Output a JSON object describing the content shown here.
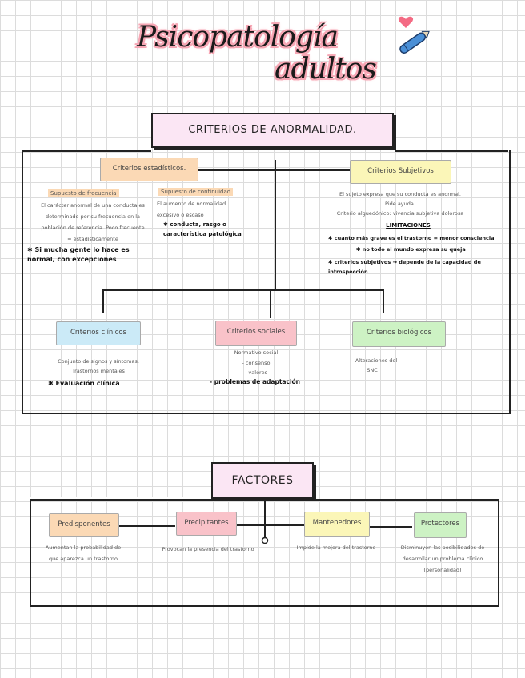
{
  "title": {
    "line1": "Psicopatología",
    "line2": "adultos"
  },
  "criterios": {
    "heading": "CRITERIOS DE ANORMALIDAD.",
    "estadisticos": {
      "label": "Criterios estadísticos.",
      "frecuencia": {
        "heading": "Supuesto de frecuencia",
        "text": "El carácter anormal de una conducta es determinado por su frecuencia en la población de referencia. Poco frecuente = estadísticamente",
        "note": "Si mucha gente lo hace es normal, con excepciones"
      },
      "continuidad": {
        "heading": "Supuesto de continuidad",
        "text": "El aumento de normalidad excesivo o escaso",
        "note": "conducta, rasgo o característica patológica"
      }
    },
    "subjetivos": {
      "label": "Criterios Subjetivos",
      "text1": "El sujeto expresa que su conducta es anormal.",
      "text2": "Pide ayuda.",
      "text3": "Criterio alguedónico: vivencia subjetiva dolorosa",
      "limitaciones": "LIMITACIONES",
      "note1": "cuanto más grave es el trastorno = menor consciencia",
      "note2": "no todo el mundo expresa su queja",
      "note3": "criterios subjetivos → depende de la capacidad de introspección"
    },
    "clinicos": {
      "label": "Criterios clínicos",
      "text1": "Conjunto de signos y síntomas.",
      "text2": "Trastornos mentales",
      "note": "Evaluación clínica"
    },
    "sociales": {
      "label": "Criterios sociales",
      "text1": "Normativo social",
      "text2": "- consenso",
      "text3": "- valores",
      "note": "- problemas de adaptación"
    },
    "biologicos": {
      "label": "Criterios biológicos",
      "text1": "Alteraciones del",
      "text2": "SNC"
    }
  },
  "factores": {
    "heading": "FACTORES",
    "items": [
      {
        "label": "Predisponentes",
        "text": "Aumentan la probabilidad de que aparezca un trastorno"
      },
      {
        "label": "Precipitantes",
        "text": "Provocan la presencia del trastorno"
      },
      {
        "label": "Mantenedores",
        "text": "Impide la mejora del trastorno"
      },
      {
        "label": "Protectores",
        "text": "Disminuyen las posibilidades de desarrollar un problema clínico (personalidad)"
      }
    ]
  },
  "colors": {
    "orange": "#fbd9b5",
    "yellow": "#fbf6b8",
    "blue": "#cbeaf7",
    "pink": "#f9c2c9",
    "green": "#cdf2c4",
    "heading_bg": "#fbe6f4"
  }
}
